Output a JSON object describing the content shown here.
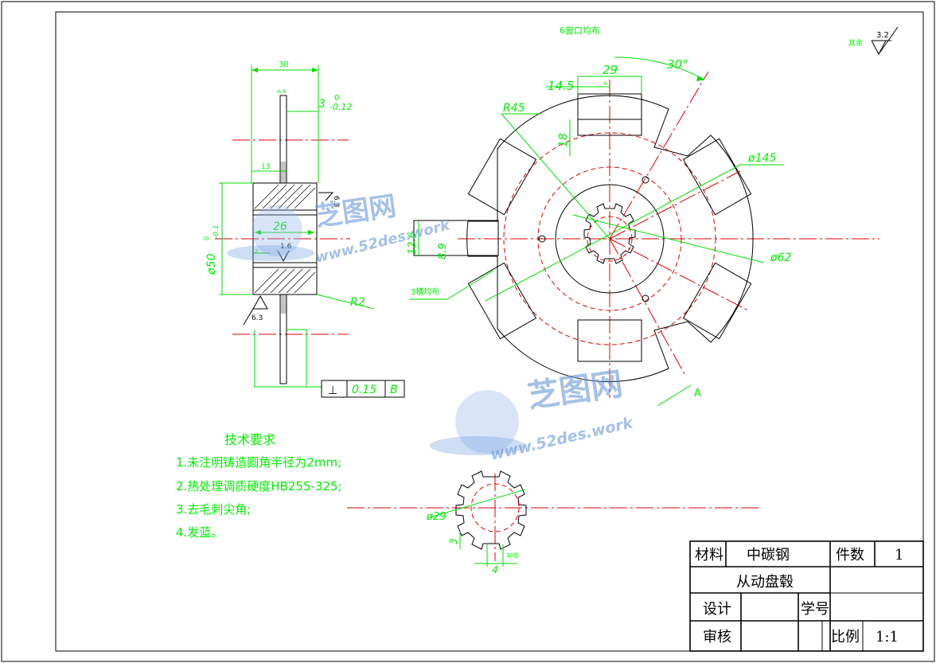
{
  "top_note": "6窗口均布",
  "surface_note": "其余",
  "roughness_general": "3.2",
  "side_view": {
    "width_dim": "30",
    "section_label": "A-A",
    "thickness_dim": "3",
    "thickness_tol_upper": "0",
    "thickness_tol_lower": "-0.12",
    "hub_dim_13": "13",
    "bore_dim": "26",
    "roughness_1_6": "1.6",
    "dia_dim": "ø50",
    "dia_tol_upper": "0",
    "dia_tol_lower": "-0.1",
    "roughness_6_3_right": "6.3",
    "roughness_6_3_left": "6.3",
    "radius_note": "R2",
    "small_2": "2"
  },
  "tolerance_frame": {
    "symbol": "⊥",
    "value": "0.15",
    "datum": "B"
  },
  "front_view": {
    "dim_29": "29",
    "dim_14_5": "14.5",
    "angle_30": "30°",
    "radius_45": "R45",
    "dim_18": "18",
    "dia_145": "ø145",
    "dia_62": "ø62",
    "dim_12_6": "12.6",
    "dim_8_9": "8.9",
    "slot_note": "3槽均布",
    "section_a_top": "A",
    "section_a_bottom": "A"
  },
  "spline_view": {
    "dia_29": "ø29",
    "dim_3": "3",
    "dim_4": "4",
    "teeth_note": "10齿"
  },
  "requirements": {
    "title": "技术要求",
    "items": [
      "1.未注明铸造圆角半径为2mm;",
      "2.热处理调质硬度HB255-325;",
      "3.去毛刺尖角;",
      "4.发蓝。"
    ]
  },
  "title_block": {
    "material_label": "材料",
    "material_value": "中碳钢",
    "qty_label": "件数",
    "qty_value": "1",
    "part_name": "从动盘毂",
    "design_label": "设计",
    "student_id_label": "学号",
    "review_label": "审核",
    "scale_label": "比例",
    "scale_value": "1:1"
  },
  "watermark": {
    "brand": "芝图网",
    "url": "www.52des.work"
  },
  "colors": {
    "dimension": "#00dd00",
    "centerline": "#dd0000",
    "outline": "#000000",
    "watermark": "#5b8fd6"
  }
}
